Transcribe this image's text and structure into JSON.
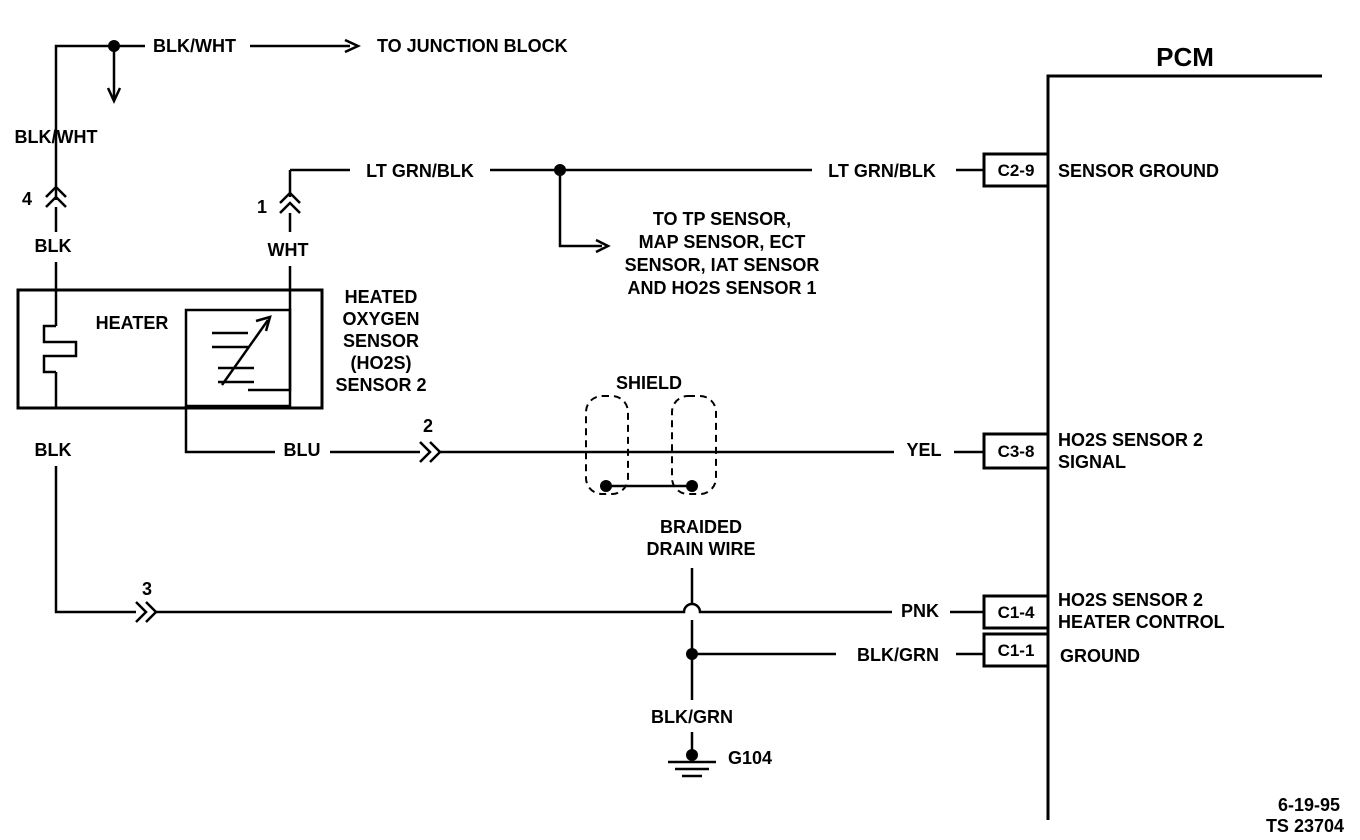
{
  "pcm": {
    "title": "PCM"
  },
  "junction": {
    "wire_color": "BLK/WHT",
    "destination": "TO JUNCTION BLOCK"
  },
  "sensor": {
    "name_lines": [
      "HEATED",
      "OXYGEN",
      "SENSOR",
      "(HO2S)",
      "SENSOR 2"
    ],
    "heater_label": "HEATER",
    "pins": [
      {
        "num": "4",
        "wire": "BLK"
      },
      {
        "num": "1",
        "wire": "WHT"
      },
      {
        "num": "2",
        "wire": "BLU"
      },
      {
        "num": "3",
        "wire": "BLK"
      }
    ]
  },
  "wires": {
    "blk_wht_vertical": "BLK/WHT",
    "lt_grn_blk_left": "LT GRN/BLK",
    "lt_grn_blk_right": "LT GRN/BLK",
    "yel": "YEL",
    "pnk": "PNK",
    "blk_grn_right": "BLK/GRN",
    "blk_grn_ground": "BLK/GRN"
  },
  "branch_note_lines": [
    "TO TP SENSOR,",
    "MAP SENSOR, ECT",
    "SENSOR, IAT SENSOR",
    "AND HO2S SENSOR 1"
  ],
  "shield": {
    "label": "SHIELD",
    "drain_lines": [
      "BRAIDED",
      "DRAIN WIRE"
    ]
  },
  "ground": {
    "id": "G104"
  },
  "connectors": [
    {
      "pin": "C2-9",
      "desc_lines": [
        "SENSOR GROUND"
      ]
    },
    {
      "pin": "C3-8",
      "desc_lines": [
        "HO2S SENSOR 2",
        "SIGNAL"
      ]
    },
    {
      "pin": "C1-4",
      "desc_lines": [
        "HO2S SENSOR 2",
        "HEATER CONTROL"
      ]
    },
    {
      "pin": "C1-1",
      "desc_lines": [
        "GROUND"
      ]
    }
  ],
  "footer": {
    "date": "6-19-95",
    "ref": "TS 23704"
  }
}
